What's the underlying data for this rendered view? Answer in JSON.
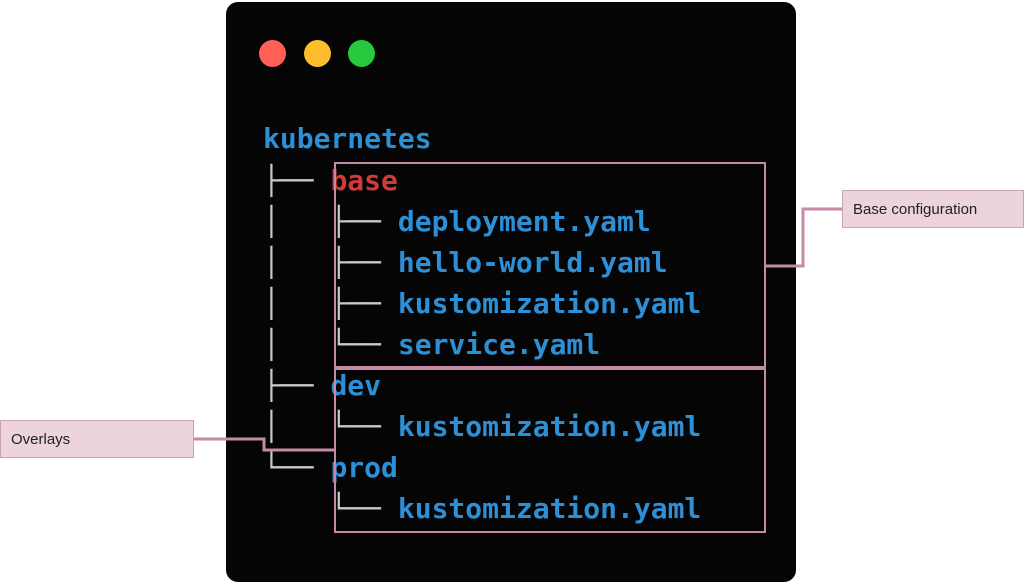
{
  "window": {
    "buttons": [
      {
        "name": "close",
        "color": "#ff5f56"
      },
      {
        "name": "minimize",
        "color": "#ffbd2e"
      },
      {
        "name": "maximize",
        "color": "#27c93f"
      }
    ]
  },
  "tree": {
    "root": "kubernetes",
    "lines": [
      {
        "prefix": "├── ",
        "name": "base",
        "style": "red-text"
      },
      {
        "prefix": "│   ├── ",
        "name": "deployment.yaml",
        "style": "blue"
      },
      {
        "prefix": "│   ├── ",
        "name": "hello-world.yaml",
        "style": "blue"
      },
      {
        "prefix": "│   ├── ",
        "name": "kustomization.yaml",
        "style": "blue"
      },
      {
        "prefix": "│   └── ",
        "name": "service.yaml",
        "style": "blue"
      },
      {
        "prefix": "├── ",
        "name": "dev",
        "style": "blue"
      },
      {
        "prefix": "│   └── ",
        "name": "kustomization.yaml",
        "style": "blue"
      },
      {
        "prefix": "└── ",
        "name": "prod",
        "style": "blue"
      },
      {
        "prefix": "    └── ",
        "name": "kustomization.yaml",
        "style": "blue"
      }
    ]
  },
  "annotations": {
    "base_label": "Base configuration",
    "overlays_label": "Overlays",
    "border_color": "#c48aa8"
  }
}
